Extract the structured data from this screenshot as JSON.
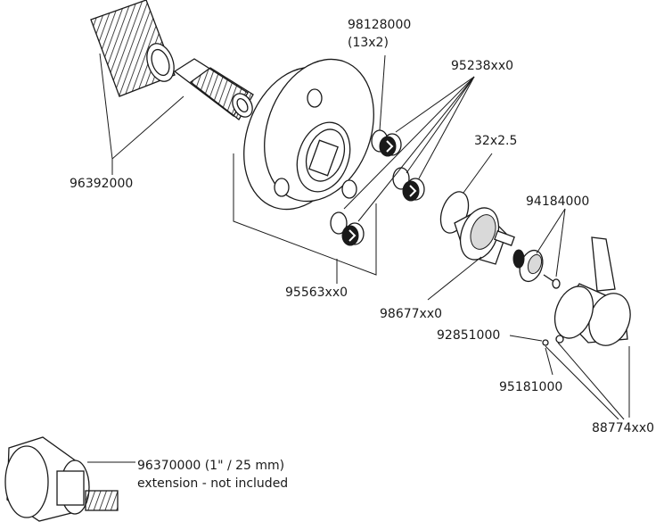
{
  "parts": [
    {
      "id": "p1",
      "number": "96392000"
    },
    {
      "id": "p2",
      "number": "98128000",
      "note": "(13x2)"
    },
    {
      "id": "p3",
      "number": "95238xx0"
    },
    {
      "id": "p4",
      "number": "32x2.5"
    },
    {
      "id": "p5",
      "number": "94184000"
    },
    {
      "id": "p6",
      "number": "95563xx0"
    },
    {
      "id": "p7",
      "number": "98677xx0"
    },
    {
      "id": "p8",
      "number": "92851000"
    },
    {
      "id": "p9",
      "number": "95181000"
    },
    {
      "id": "p10",
      "number": "88774xx0"
    },
    {
      "id": "p11",
      "number": "96370000 (1\" / 25 mm)",
      "note": "extension - not included"
    }
  ]
}
